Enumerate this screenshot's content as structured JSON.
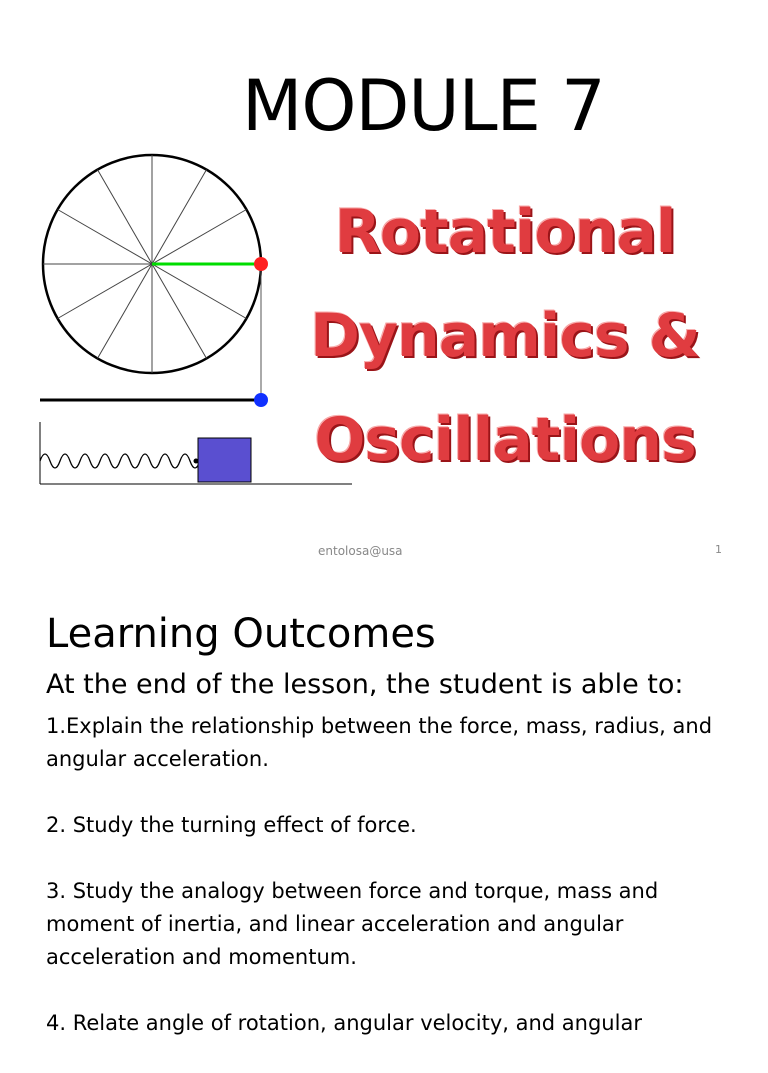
{
  "slide1": {
    "title": "MODULE 7",
    "topic_lines": [
      "Rotational",
      "Dynamics &",
      "Oscillations"
    ],
    "footer": "entolosa@usa",
    "page_number": "1",
    "colors": {
      "topic_text": "#e03c40",
      "radius_line": "#00dd00",
      "rim_point": "#ff2020",
      "projection_point": "#1030ff",
      "mass_block": "#5a4fd0"
    }
  },
  "slide2": {
    "heading": "Learning Outcomes",
    "intro": "At the end of the lesson, the student is able to:",
    "outcomes": [
      "1.Explain the relationship between the force, mass, radius, and angular acceleration.",
      "2. Study the turning effect of force.",
      "3. Study the analogy between force and torque, mass and moment of inertia, and linear acceleration and angular acceleration and momentum.",
      "4. Relate angle of rotation, angular velocity, and angular"
    ]
  }
}
